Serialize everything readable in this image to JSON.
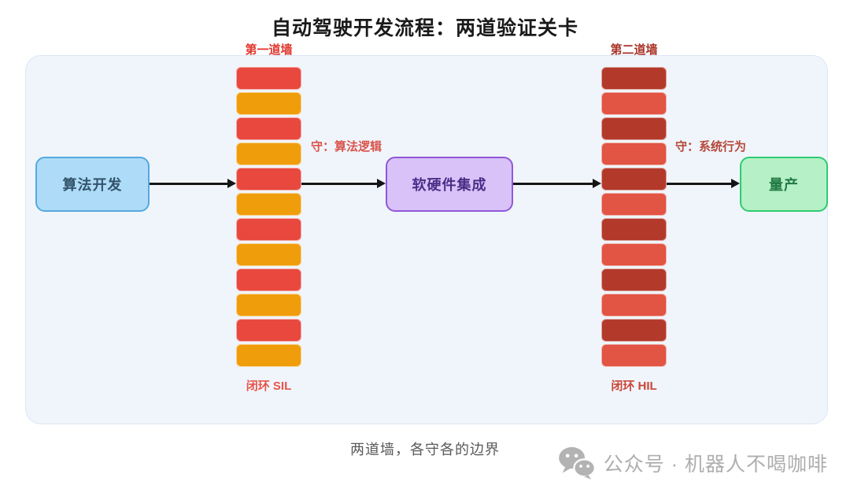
{
  "title": "自动驾驶开发流程：两道验证关卡",
  "caption": "两道墙，各守各的边界",
  "watermark": {
    "icon": "wechat-icon",
    "icon_color": "#b3b3b3",
    "text": "公众号 · 机器人不喝咖啡",
    "text_color": "#aeaeae"
  },
  "flow": {
    "nodes": [
      {
        "label": "算法开发",
        "fill": "#aedcf8",
        "border": "#55a9dd",
        "text_color": "#33536b"
      },
      {
        "label": "软硬件集成",
        "fill": "#d8c2f8",
        "border": "#9157d9",
        "text_color": "#4b2d87"
      },
      {
        "label": "量产",
        "fill": "#b5f0c6",
        "border": "#2ecc71",
        "text_color": "#237a43"
      }
    ]
  },
  "walls": [
    {
      "top_label": "第一道墙",
      "top_label_color": "#e0362c",
      "side_label": "守：算法逻辑",
      "side_label_color": "#d9544c",
      "bottom_label": "闭环 SIL",
      "bottom_label_color": "#e8534a",
      "brick_count": 12,
      "brick_colors": [
        "#e8483e",
        "#f09d0c"
      ]
    },
    {
      "top_label": "第二道墙",
      "top_label_color": "#a93226",
      "side_label": "守：系统行为",
      "side_label_color": "#b5493b",
      "bottom_label": "闭环 HIL",
      "bottom_label_color": "#cc4437",
      "brick_count": 12,
      "brick_colors": [
        "#b33a2b",
        "#e25443"
      ]
    }
  ]
}
